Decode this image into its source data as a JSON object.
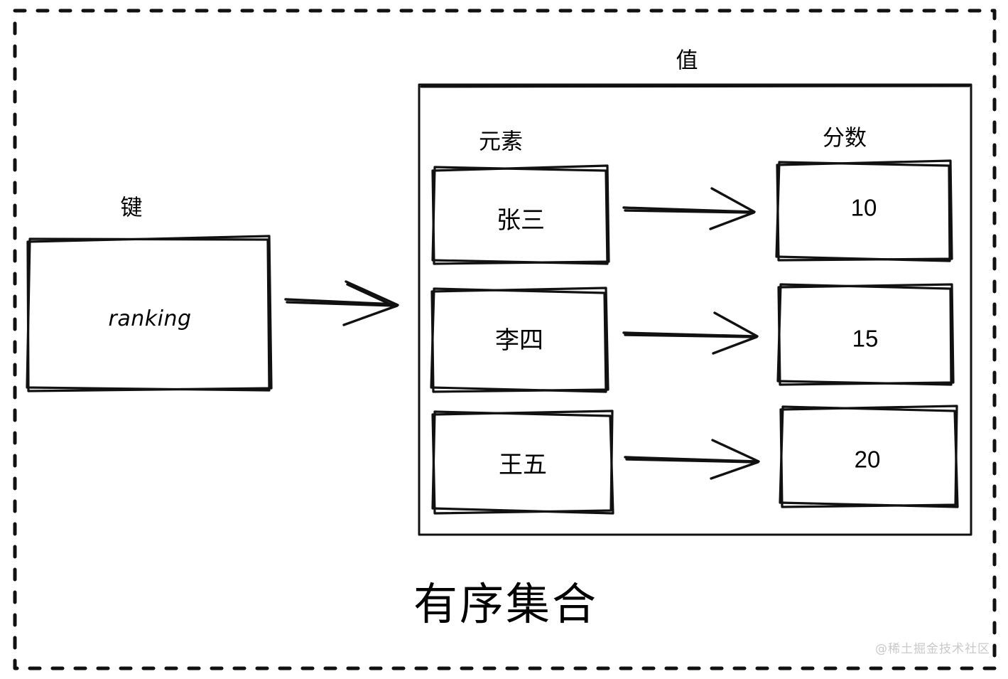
{
  "diagram": {
    "title": "有序集合",
    "watermark": "@稀土掘金技术社区",
    "key_section": {
      "label": "键",
      "box_value": "ranking"
    },
    "value_section": {
      "label": "值",
      "column_headers": {
        "member": "元素",
        "score": "分数"
      },
      "rows": [
        {
          "member": "张三",
          "score": "10"
        },
        {
          "member": "李四",
          "score": "15"
        },
        {
          "member": "王五",
          "score": "20"
        }
      ]
    },
    "colors": {
      "stroke": "#111111",
      "background": "#ffffff",
      "watermark": "#c9c9c9"
    }
  }
}
